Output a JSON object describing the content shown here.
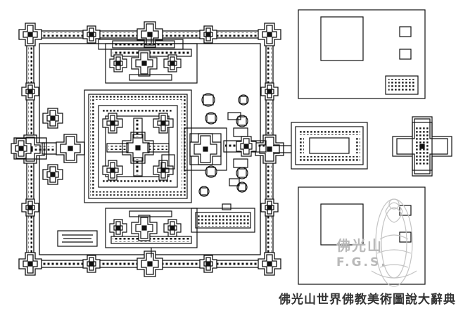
{
  "diagram": {
    "type": "architectural-floor-plan",
    "line_color": "#111111",
    "fill_color": "#ffffff"
  },
  "watermark": {
    "line1": "佛光山",
    "line2": "F.G.S.",
    "color": "#b9b9b9",
    "icon": "buddha-logo-icon"
  },
  "caption": "佛光山世界佛教美術圖說大辭典"
}
